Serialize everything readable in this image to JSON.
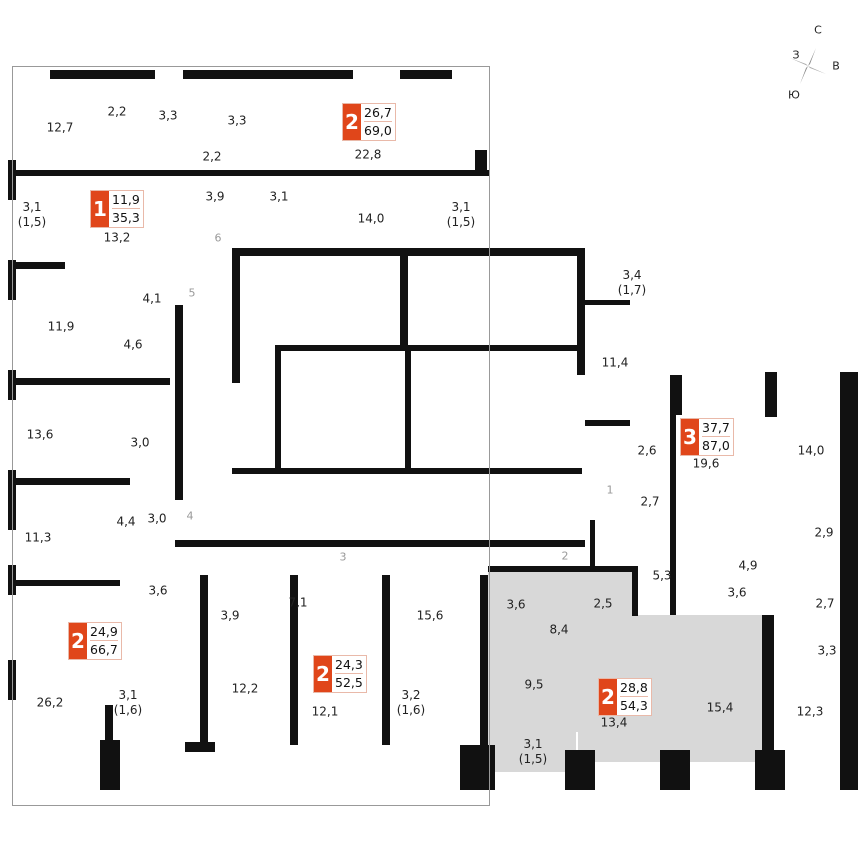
{
  "compass": {
    "north": "С",
    "west": "З",
    "east": "В",
    "south": "Ю",
    "icon": "compass-star-icon"
  },
  "highlight_color": "#d8d8d8",
  "accent_color": "#e0461a",
  "apartments": [
    {
      "rooms": "1",
      "living": "11,9",
      "total": "35,3"
    },
    {
      "rooms": "2",
      "living": "26,7",
      "total": "69,0"
    },
    {
      "rooms": "3",
      "living": "37,7",
      "total": "87,0"
    },
    {
      "rooms": "2",
      "living": "24,9",
      "total": "66,7"
    },
    {
      "rooms": "2",
      "living": "24,3",
      "total": "52,5"
    },
    {
      "rooms": "2",
      "living": "28,8",
      "total": "54,3"
    }
  ],
  "room_areas": [
    "12,7",
    "2,2",
    "3,3",
    "3,3",
    "2,2",
    "22,8",
    "3,9",
    "3,1",
    "14,0",
    "3,1\n(1,5)",
    "3,1\n(1,5)",
    "13,2",
    "4,1",
    "11,9",
    "4,6",
    "13,6",
    "3,0",
    "11,3",
    "4,4",
    "3,0",
    "3,6",
    "26,2",
    "3,1\n(1,6)",
    "3,9",
    "7,1",
    "12,2",
    "12,1",
    "15,6",
    "3,2\n(1,6)",
    "3,6",
    "2,5",
    "8,4",
    "9,5",
    "3,1\n(1,5)",
    "13,4",
    "15,4",
    "12,3",
    "3,3",
    "2,7",
    "2,9",
    "4,9",
    "3,6",
    "5,3",
    "2,7",
    "2,6",
    "19,6",
    "14,0",
    "11,4",
    "3,4\n(1,7)"
  ],
  "door_numbers": [
    "6",
    "5",
    "4",
    "3",
    "2",
    "1"
  ]
}
